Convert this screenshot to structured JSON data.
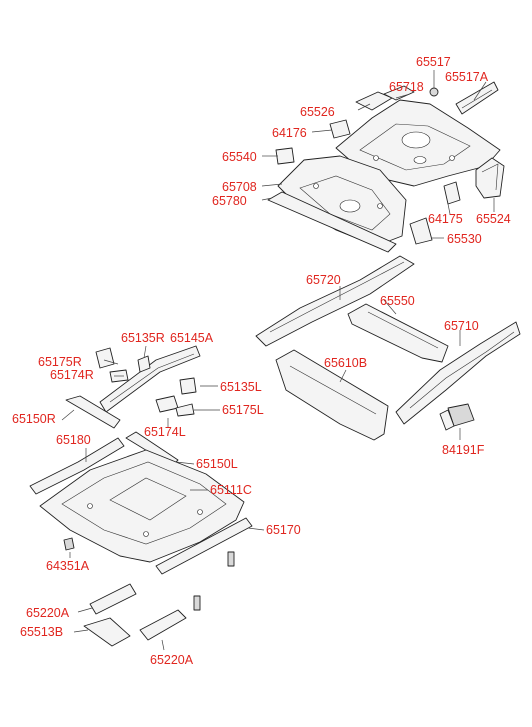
{
  "colors": {
    "label": "#e0261f",
    "line": "#222222",
    "fill": "#f4f4f4"
  },
  "labels": {
    "l65517": "65517",
    "l65517A": "65517A",
    "l65718": "65718",
    "l65526": "65526",
    "l64176": "64176",
    "l65540": "65540",
    "l65708": "65708",
    "l65780": "65780",
    "l64175": "64175",
    "l65524": "65524",
    "l65530": "65530",
    "l65720": "65720",
    "l65550": "65550",
    "l65710": "65710",
    "l65610B": "65610B",
    "l84191F": "84191F",
    "l65135R": "65135R",
    "l65145A": "65145A",
    "l65175R": "65175R",
    "l65174R": "65174R",
    "l65135L": "65135L",
    "l65175L": "65175L",
    "l65150R": "65150R",
    "l65174L": "65174L",
    "l65180": "65180",
    "l65150L": "65150L",
    "l65111C": "65111C",
    "l65170": "65170",
    "l64351A": "64351A",
    "l65220A_1": "65220A",
    "l65513B": "65513B",
    "l65220A_2": "65220A"
  }
}
